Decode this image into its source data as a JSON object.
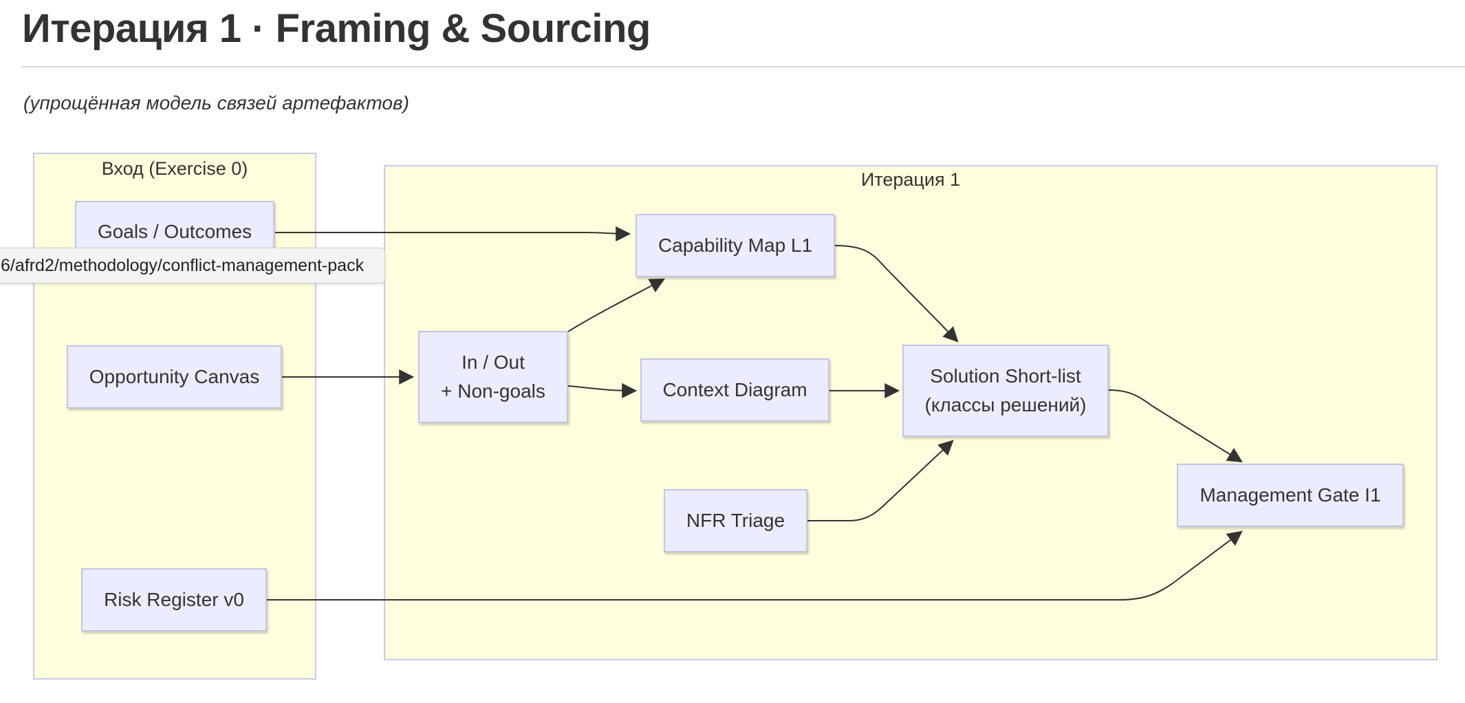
{
  "page": {
    "title": "Итерация 1 · Framing & Sourcing",
    "subtitle": "(упрощённая модель связей артефактов)"
  },
  "diagram": {
    "colors": {
      "cluster_fill": "#ffffde",
      "cluster_border": "#c9c9ec",
      "node_fill": "#ececff",
      "node_border": "#c3c3e8",
      "edge": "#333333"
    },
    "clusters": [
      {
        "id": "input",
        "label": "Вход (Exercise 0)"
      },
      {
        "id": "iter1",
        "label": "Итерация 1"
      }
    ],
    "nodes": [
      {
        "id": "goals",
        "lines": [
          "Goals / Outcomes"
        ]
      },
      {
        "id": "opp",
        "lines": [
          "Opportunity Canvas"
        ]
      },
      {
        "id": "risk",
        "lines": [
          "Risk Register v0"
        ]
      },
      {
        "id": "inout",
        "lines": [
          "In / Out",
          "+ Non-goals"
        ]
      },
      {
        "id": "cap",
        "lines": [
          "Capability Map L1"
        ]
      },
      {
        "id": "ctx",
        "lines": [
          "Context Diagram"
        ]
      },
      {
        "id": "nfr",
        "lines": [
          "NFR Triage"
        ]
      },
      {
        "id": "sol",
        "lines": [
          "Solution Short-list",
          "(классы решений)"
        ]
      },
      {
        "id": "gate",
        "lines": [
          "Management Gate I1"
        ]
      }
    ],
    "edges": [
      {
        "from": "goals",
        "to": "cap"
      },
      {
        "from": "opp",
        "to": "inout"
      },
      {
        "from": "inout",
        "to": "cap"
      },
      {
        "from": "inout",
        "to": "ctx"
      },
      {
        "from": "cap",
        "to": "sol"
      },
      {
        "from": "ctx",
        "to": "sol"
      },
      {
        "from": "nfr",
        "to": "sol"
      },
      {
        "from": "sol",
        "to": "gate"
      },
      {
        "from": "risk",
        "to": "gate"
      }
    ]
  },
  "tooltip": {
    "text": "6/afrd2/methodology/conflict-management-pack"
  }
}
